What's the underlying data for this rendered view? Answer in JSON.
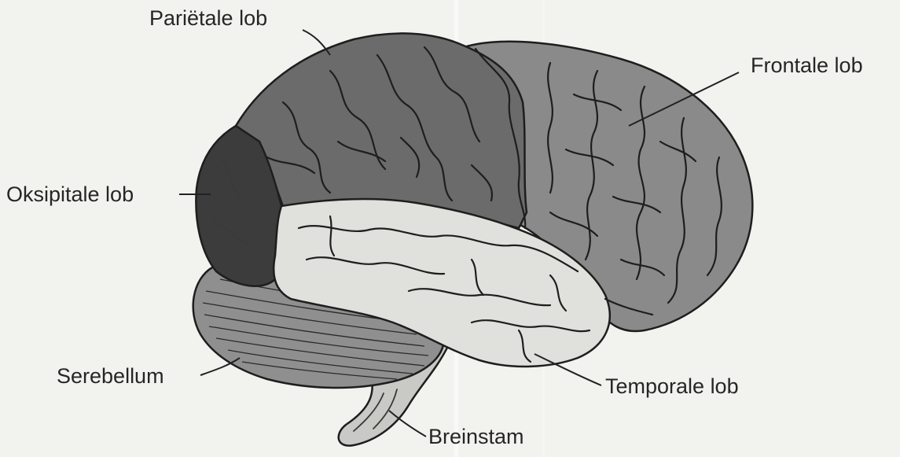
{
  "labels": {
    "parietal": "Pariëtale lob",
    "frontal": "Frontale lob",
    "occipital": "Oksipitale lob",
    "cerebellum": "Serebellum",
    "temporal": "Temporale lob",
    "brainstem": "Breinstam"
  },
  "colors": {
    "background": "#f2f2ef",
    "parietal_lobe": "#6b6b6b",
    "frontal_lobe": "#8a8a8a",
    "occipital_lobe": "#3c3c3c",
    "temporal_lobe": "#e0e0dc",
    "cerebellum": "#8f8f8f",
    "brainstem": "#c9c9c5",
    "outline": "#1e1e1e"
  }
}
